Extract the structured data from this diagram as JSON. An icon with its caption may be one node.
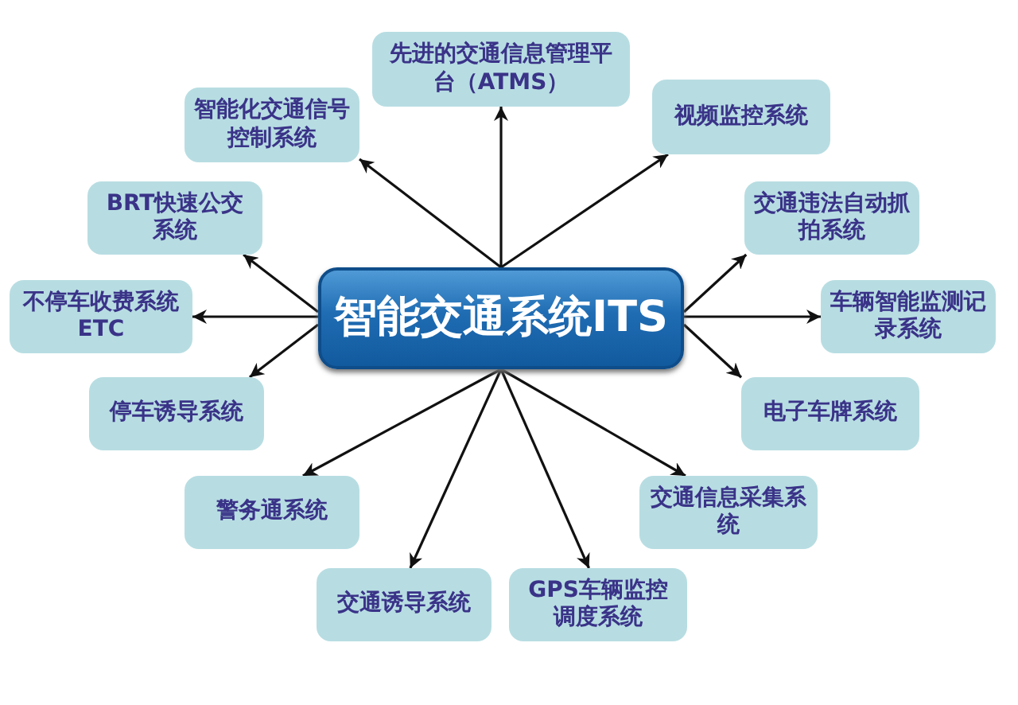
{
  "diagram": {
    "nodes": [
      {
        "text": [
          "智能交通系统ITS"
        ]
      },
      {
        "text": [
          "先进的交通信息管理平台（ATMS）"
        ]
      },
      {
        "text": [
          "智能化交通信号控制系统"
        ]
      },
      {
        "text": [
          "视频监控系统"
        ]
      },
      {
        "text": [
          "BRT快速公交系统"
        ]
      },
      {
        "text": [
          "交通违法自动抓拍系统"
        ]
      },
      {
        "text": [
          "不停车收费系统ETC"
        ]
      },
      {
        "text": [
          "车辆智能监测记录系统"
        ]
      },
      {
        "text": [
          "停车诱导系统"
        ]
      },
      {
        "text": [
          "电子车牌系统"
        ]
      },
      {
        "text": [
          "警务通系统"
        ]
      },
      {
        "text": [
          "交通信息采集系统"
        ]
      },
      {
        "text": [
          "交通诱导系统"
        ]
      },
      {
        "text": [
          "GPS车辆监控调度系统"
        ]
      }
    ],
    "edges": [
      {
        "from": 0,
        "to": 1,
        "arrow": "to"
      },
      {
        "from": 0,
        "to": 2,
        "arrow": "to"
      },
      {
        "from": 0,
        "to": 3,
        "arrow": "to"
      },
      {
        "from": 0,
        "to": 4,
        "arrow": "to"
      },
      {
        "from": 0,
        "to": 5,
        "arrow": "to"
      },
      {
        "from": 0,
        "to": 6,
        "arrow": "to"
      },
      {
        "from": 0,
        "to": 7,
        "arrow": "to"
      },
      {
        "from": 0,
        "to": 8,
        "arrow": "to"
      },
      {
        "from": 0,
        "to": 9,
        "arrow": "to"
      },
      {
        "from": 0,
        "to": 10,
        "arrow": "to"
      },
      {
        "from": 0,
        "to": 11,
        "arrow": "to"
      },
      {
        "from": 0,
        "to": 12,
        "arrow": "to"
      },
      {
        "from": 0,
        "to": 13,
        "arrow": "to"
      }
    ]
  }
}
